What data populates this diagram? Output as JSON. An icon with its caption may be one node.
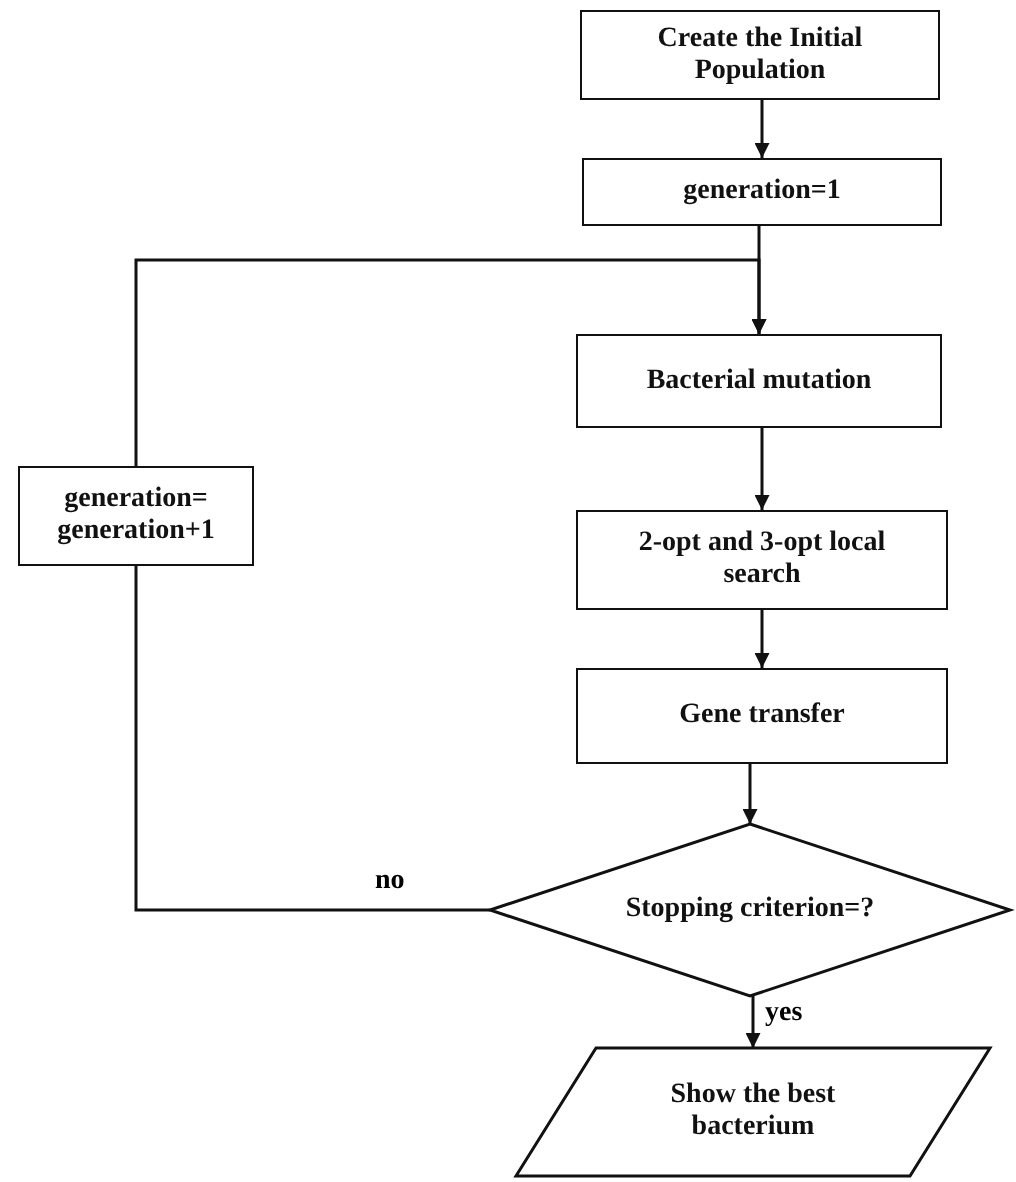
{
  "diagram": {
    "nodes": [
      {
        "text": [
          "Create the Initial Population"
        ]
      },
      {
        "text": [
          "generation=1"
        ]
      },
      {
        "text": [
          "Bacterial mutation"
        ]
      },
      {
        "text": [
          "2-opt and 3-opt local search"
        ]
      },
      {
        "text": [
          "Gene transfer"
        ]
      },
      {
        "text": [
          "Stopping criterion=?"
        ]
      },
      {
        "text": [
          "Show the best bacterium"
        ]
      },
      {
        "text": [
          "generation= generation+1"
        ]
      }
    ],
    "edges": [
      {
        "from": 0,
        "to": 1,
        "arrow": "to"
      },
      {
        "from": 1,
        "to": 2,
        "arrow": "to"
      },
      {
        "from": 2,
        "to": 3,
        "arrow": "to"
      },
      {
        "from": 3,
        "to": 4,
        "arrow": "to"
      },
      {
        "from": 4,
        "to": 5,
        "arrow": "to"
      },
      {
        "from": 5,
        "to": 6,
        "label": "yes",
        "arrow": "to"
      },
      {
        "from": 5,
        "to": 7,
        "label": "no",
        "arrow": "none"
      },
      {
        "from": 7,
        "to": 2,
        "arrow": "to"
      }
    ]
  }
}
